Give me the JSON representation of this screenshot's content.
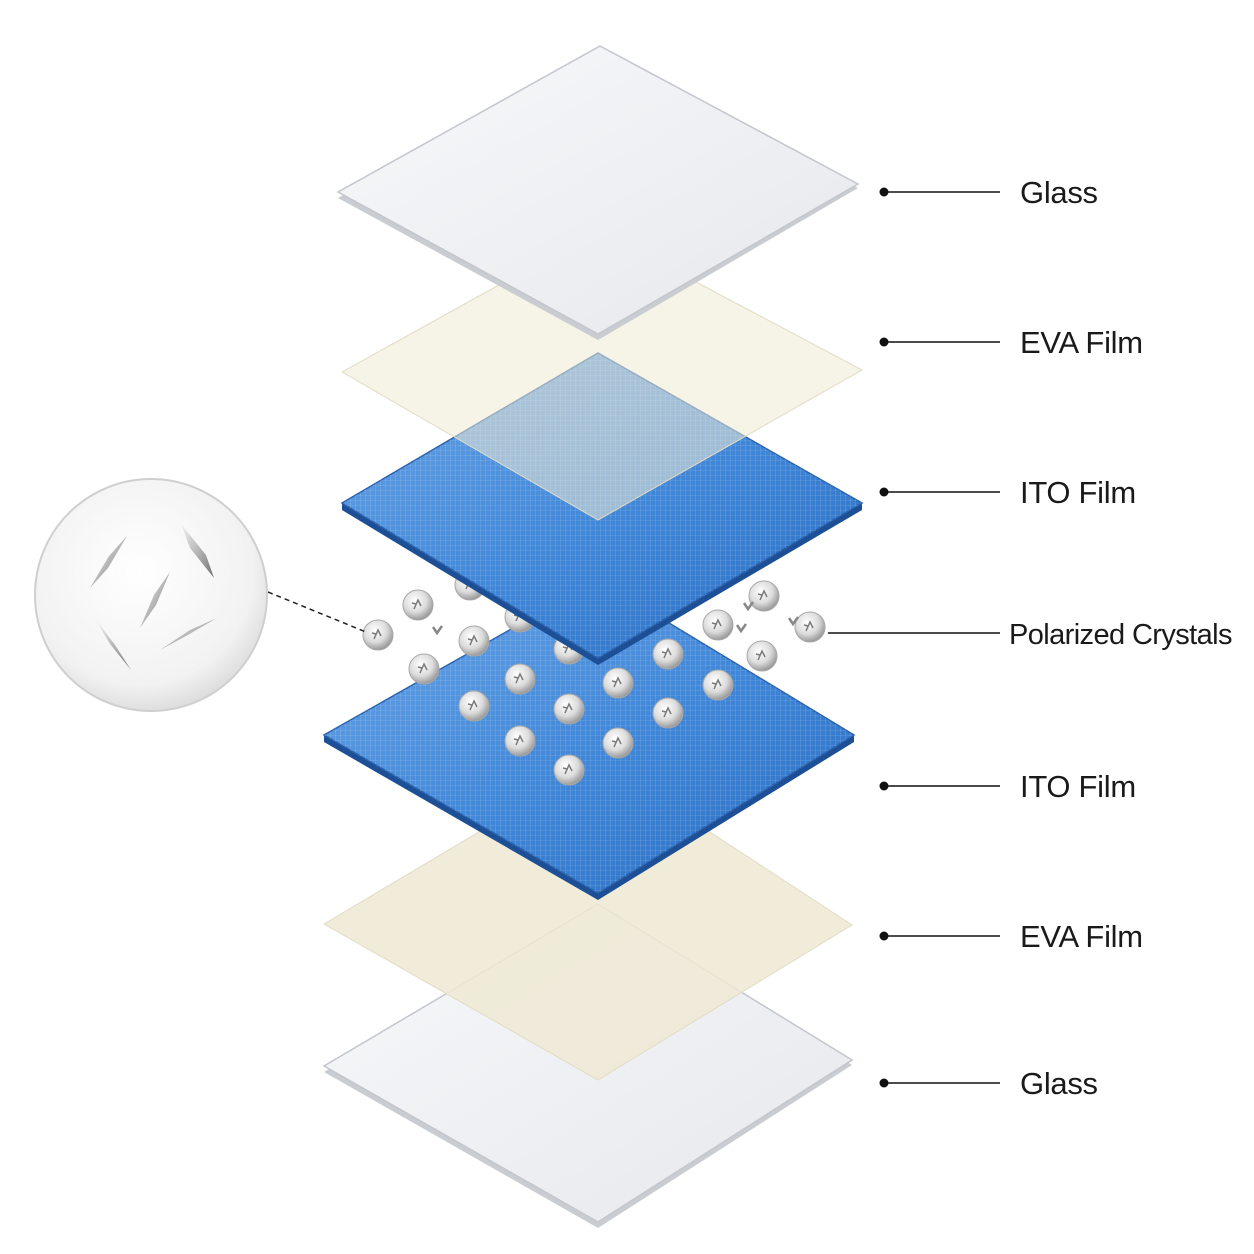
{
  "diagram": {
    "layers": [
      {
        "id": "glass-top",
        "label": "Glass",
        "kind": "glass"
      },
      {
        "id": "eva-top",
        "label": "EVA Film",
        "kind": "eva"
      },
      {
        "id": "ito-top",
        "label": "ITO Film",
        "kind": "ito"
      },
      {
        "id": "crystals",
        "label": "Polarized Crystals",
        "kind": "crystals"
      },
      {
        "id": "ito-bottom",
        "label": "ITO Film",
        "kind": "ito"
      },
      {
        "id": "eva-bottom",
        "label": "EVA Film",
        "kind": "eva"
      },
      {
        "id": "glass-bottom",
        "label": "Glass",
        "kind": "glass"
      }
    ],
    "inset": {
      "description_icon": "magnified-crystal-icon"
    },
    "colors": {
      "glass": "#eef0f4",
      "glass_edge": "#b9bcc2",
      "eva": "#f3efdf",
      "ito": "#2f73c6",
      "ito_edge": "#1a4f93",
      "crystal": "#d9d9d9",
      "leader": "#111111"
    }
  }
}
